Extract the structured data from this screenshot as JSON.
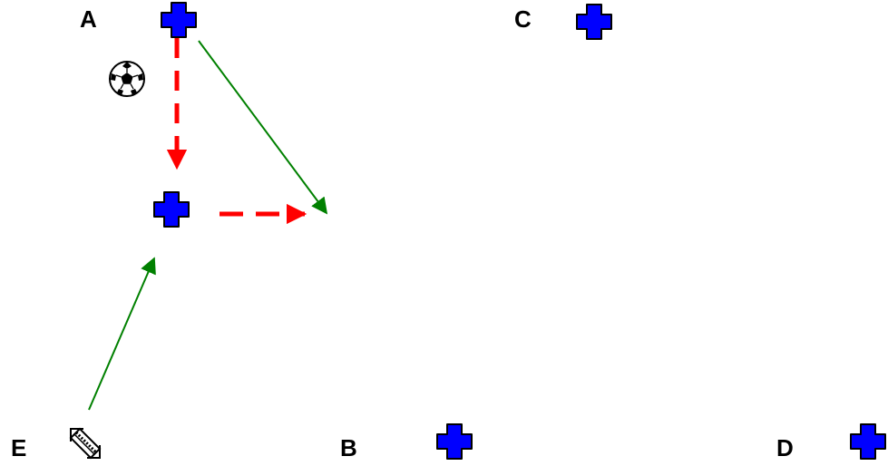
{
  "colors": {
    "player_fill": "#0000ff",
    "player_stroke": "#000000",
    "run_arrow": "#ff0000",
    "pass_arrow": "#008000",
    "label": "#000000"
  },
  "labels": {
    "a": "A",
    "b": "B",
    "c": "C",
    "d": "D",
    "e": "E"
  },
  "icons": {
    "player": "player-cross-icon",
    "ball": "soccer-ball-icon",
    "cone": "cone-icon"
  }
}
